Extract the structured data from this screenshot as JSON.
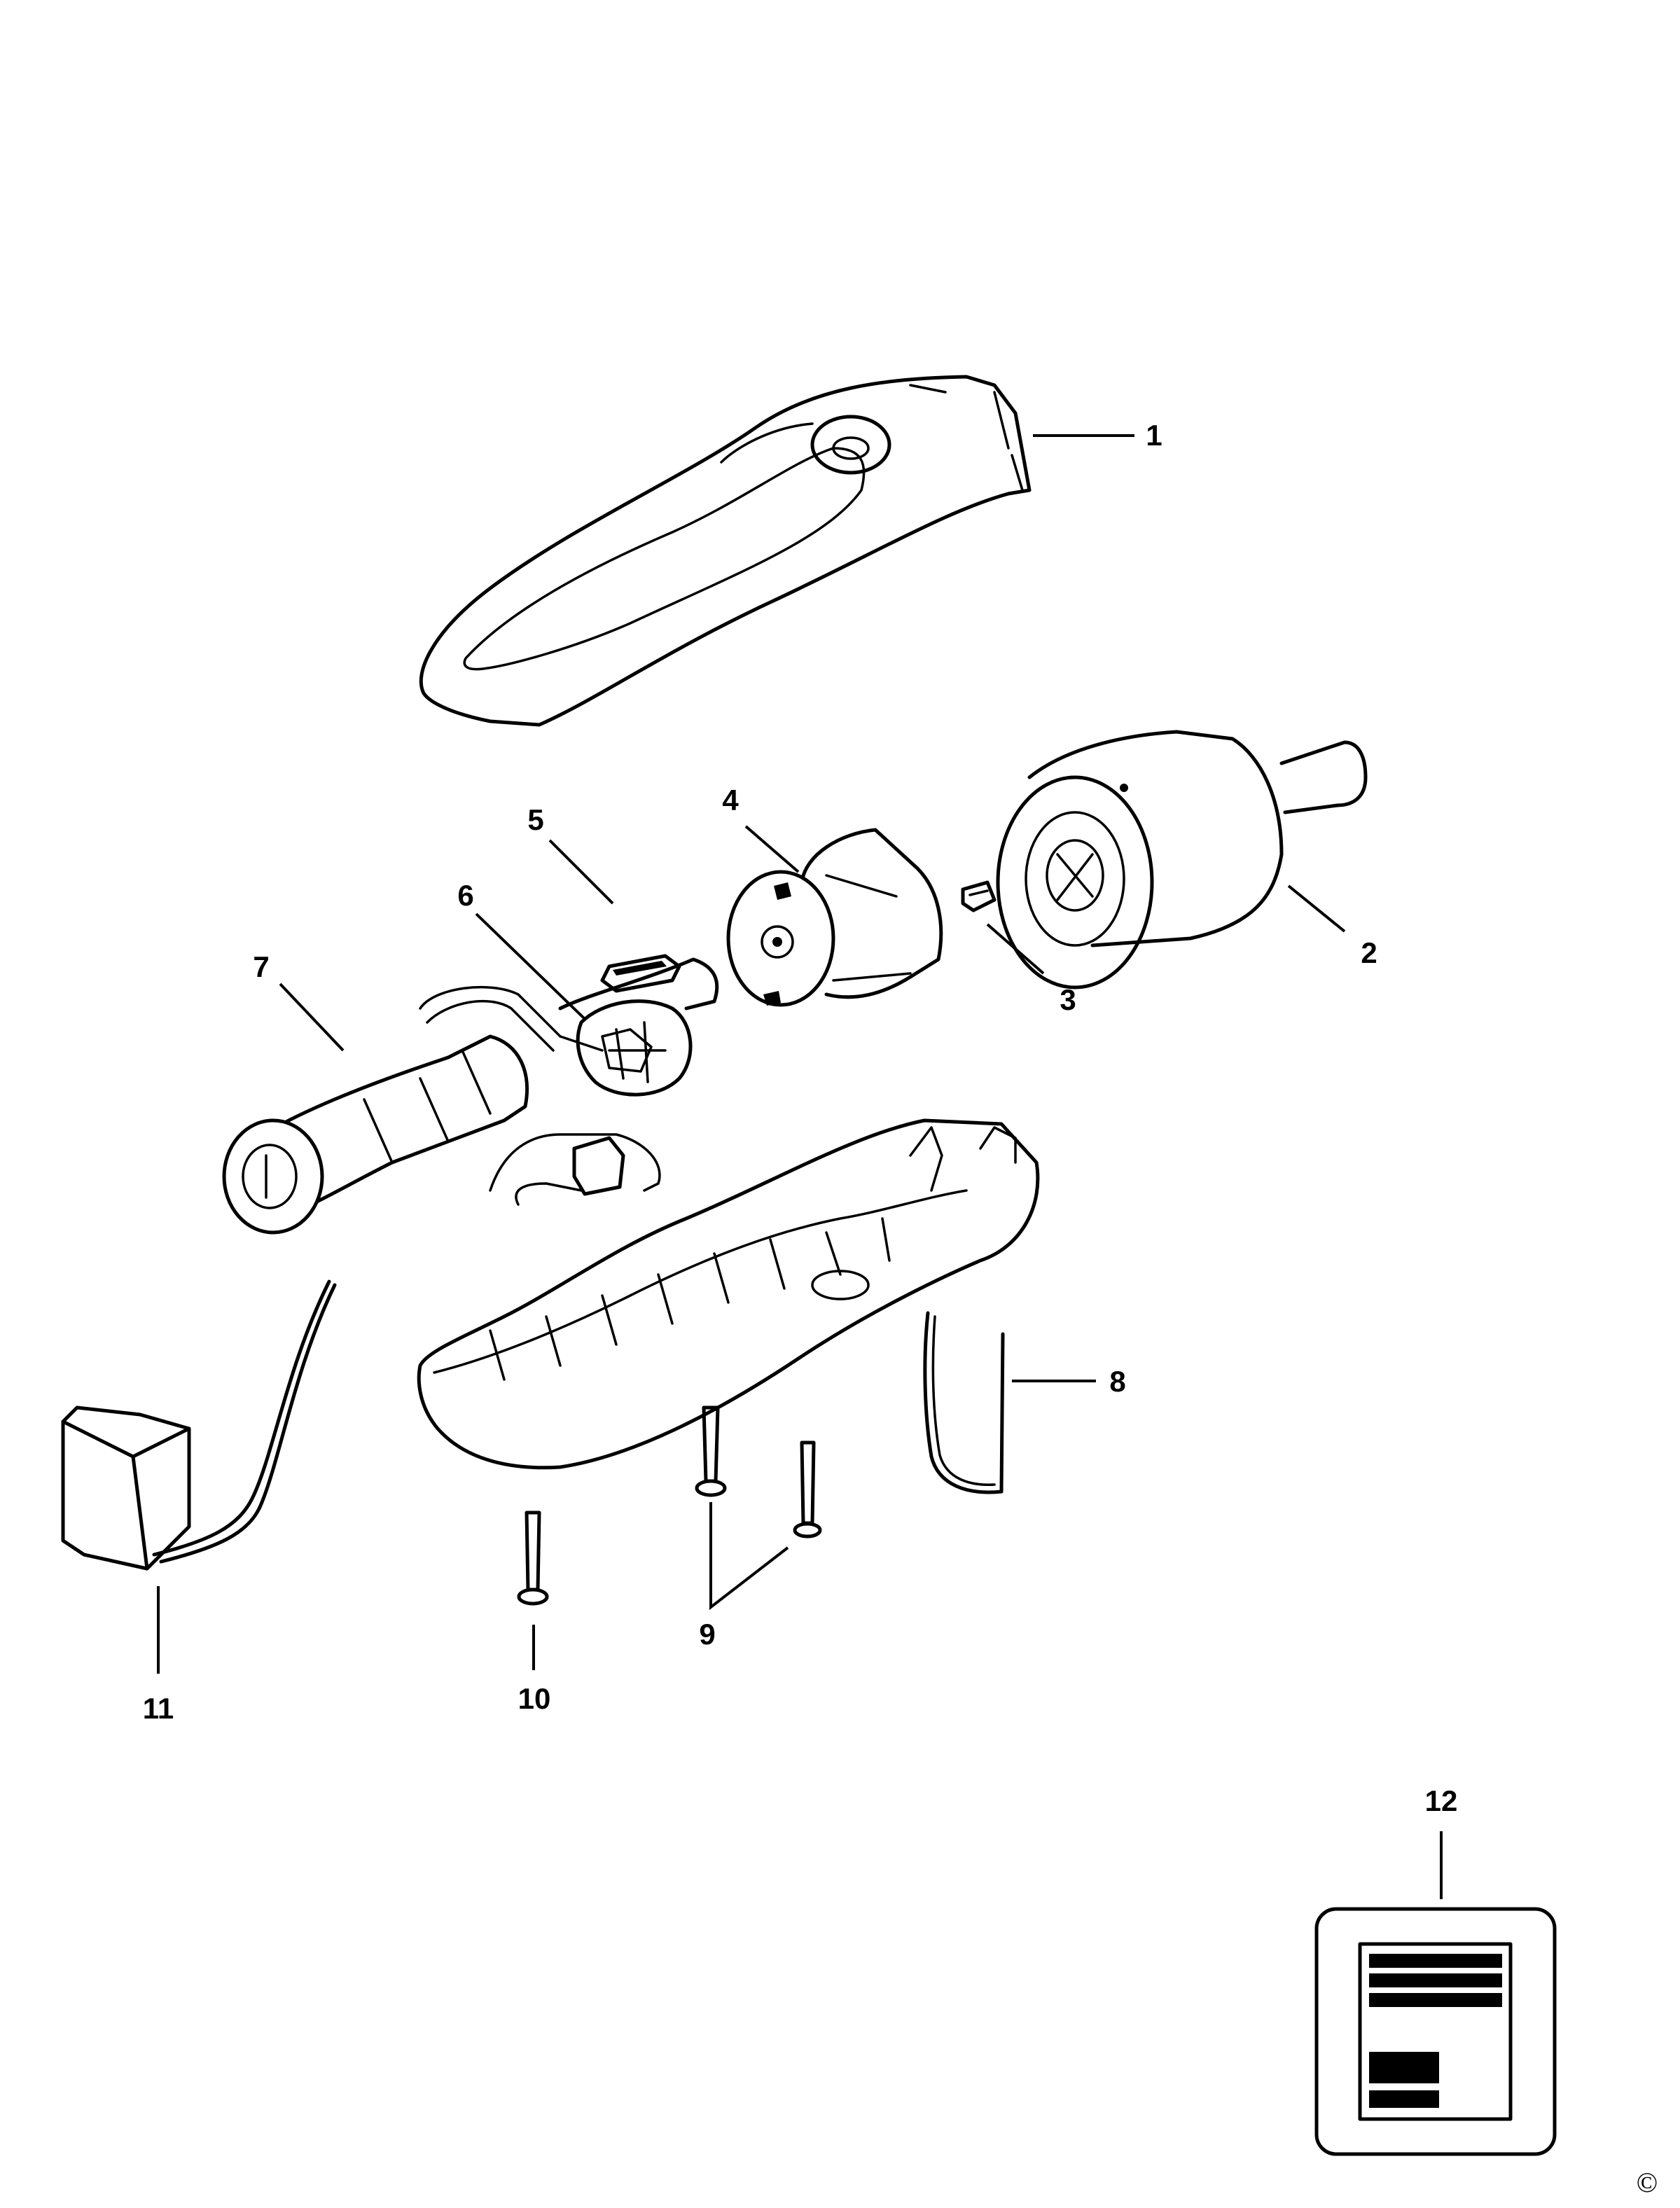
{
  "callouts": [
    "1",
    "2",
    "3",
    "4",
    "5",
    "6",
    "7",
    "8",
    "9",
    "10",
    "11",
    "12"
  ],
  "copyright_mark": "©"
}
